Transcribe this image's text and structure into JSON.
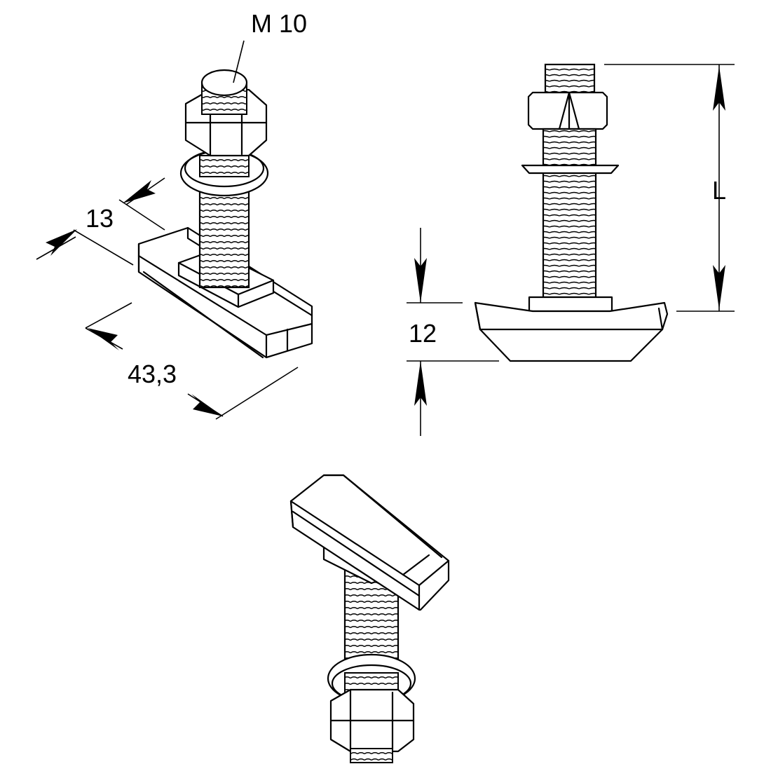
{
  "dimensions": {
    "thread": "M 10",
    "width": "13",
    "length": "43,3",
    "head_height": "12",
    "bolt_length": "L"
  }
}
